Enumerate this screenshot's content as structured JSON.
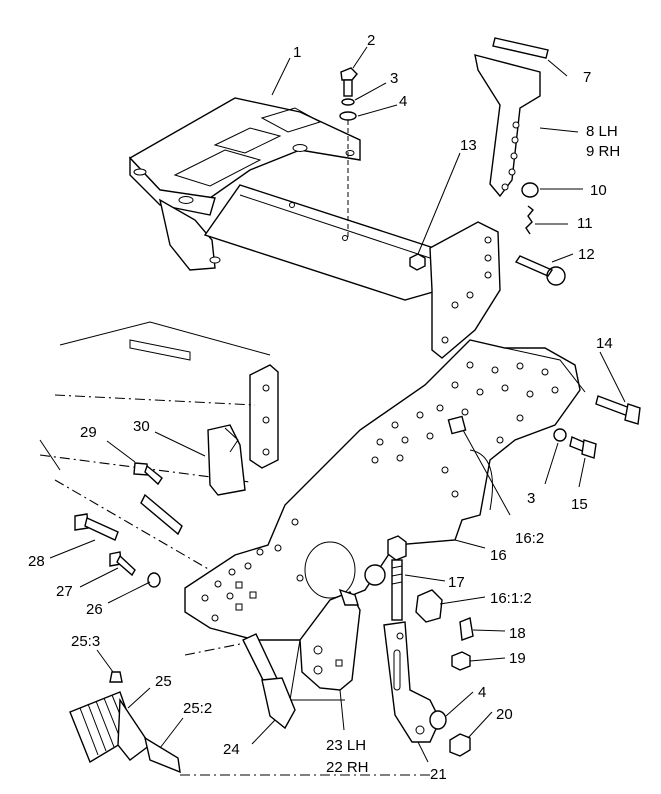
{
  "callouts": {
    "c1": "1",
    "c2": "2",
    "c3": "3",
    "c4": "4",
    "c7": "7",
    "c8": "8 LH",
    "c9": "9 RH",
    "c10": "10",
    "c11": "11",
    "c12": "12",
    "c13": "13",
    "c14": "14",
    "c3b": "3",
    "c15": "15",
    "c16_2": "16:2",
    "c16": "16",
    "c17": "17",
    "c16_1_2": "16:1:2",
    "c18": "18",
    "c19": "19",
    "c4b": "4",
    "c20": "20",
    "c21": "21",
    "c23": "23 LH",
    "c22": "22 RH",
    "c24": "24",
    "c25_3": "25:3",
    "c25": "25",
    "c25_2": "25:2",
    "c26": "26",
    "c27": "27",
    "c28": "28",
    "c29": "29",
    "c30": "30"
  }
}
